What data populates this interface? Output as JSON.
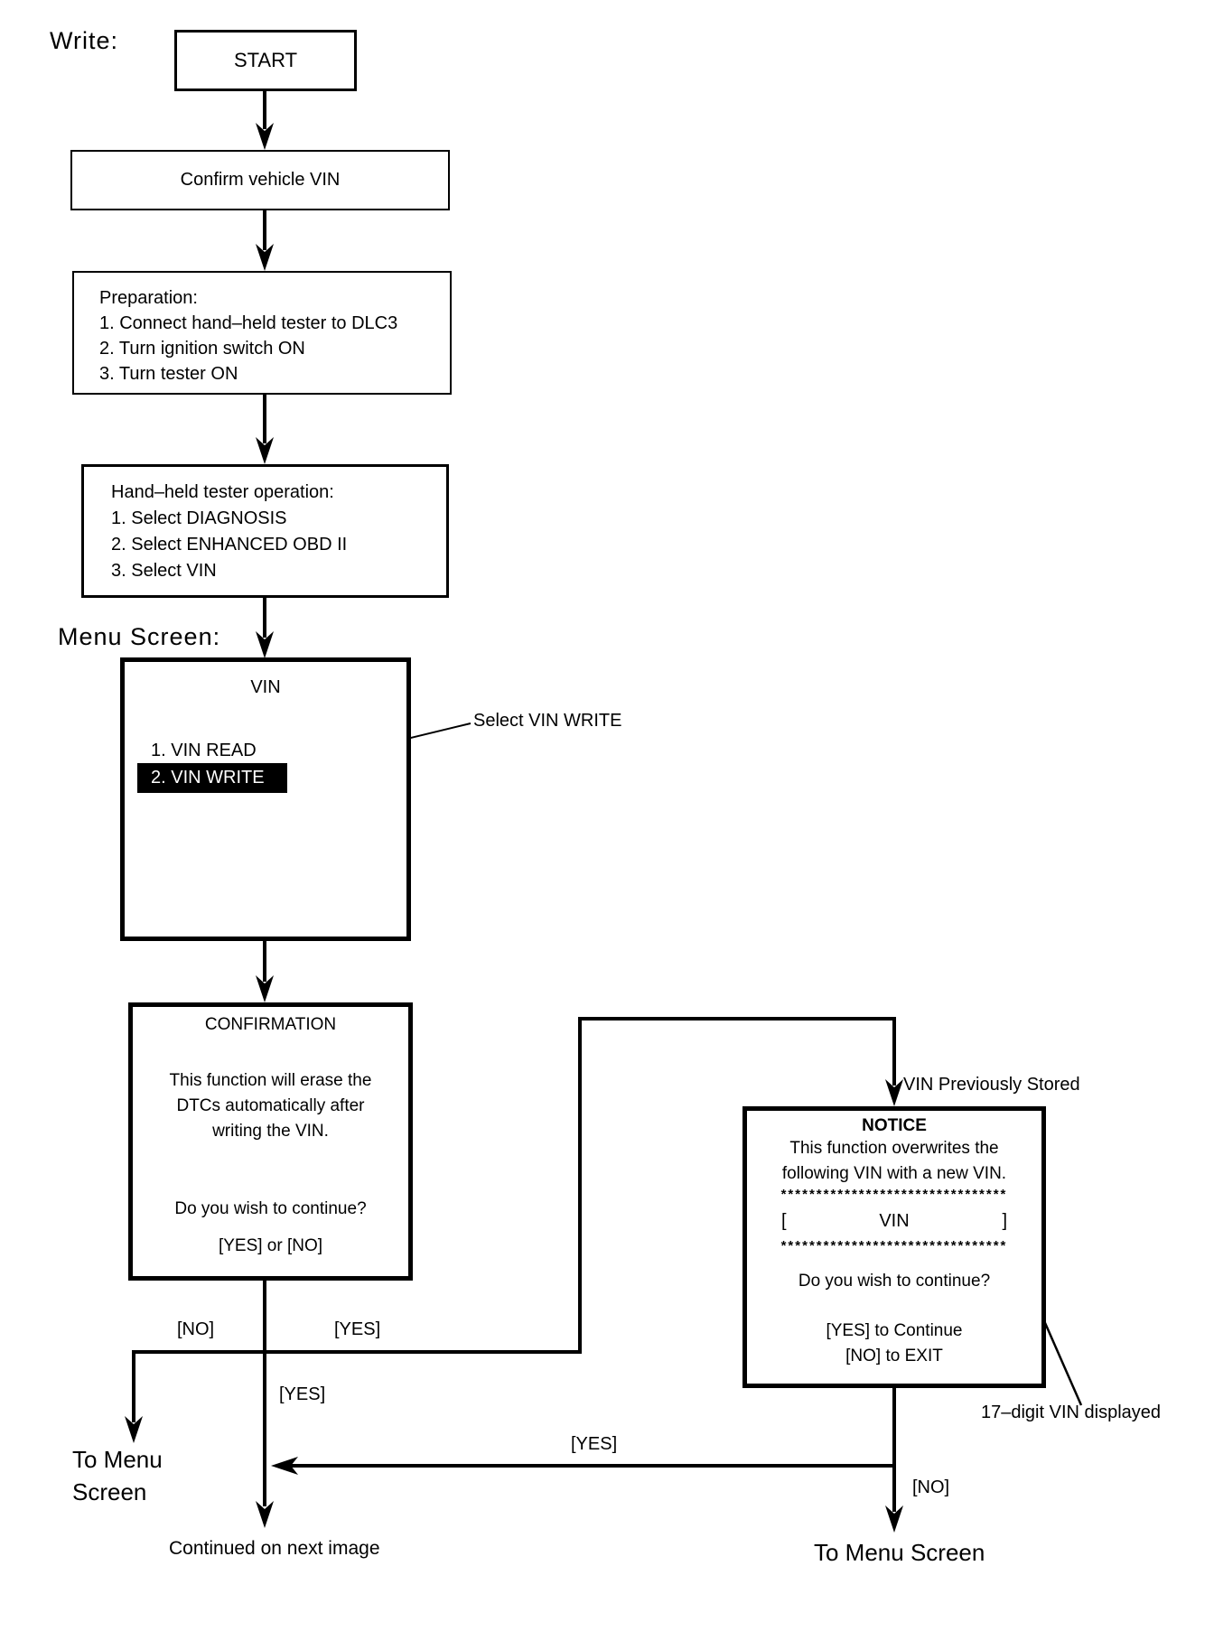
{
  "labels": {
    "write": "Write:",
    "menu_screen": "Menu Screen:",
    "select_vin_write": "Select VIN WRITE",
    "vin_previously_stored": "VIN Previously Stored",
    "no_confirm": "[NO]",
    "yes_confirm_right": "[YES]",
    "yes_confirm_down": "[YES]",
    "yes_notice": "[YES]",
    "no_notice": "[NO]",
    "to_menu_line1": "To Menu",
    "to_menu_line2": "Screen",
    "to_menu_screen_right": "To Menu Screen",
    "continued": "Continued on next image",
    "seventeen_digit": "17–digit VIN displayed"
  },
  "boxes": {
    "start": {
      "label": "START"
    },
    "confirm_vin": {
      "label": "Confirm vehicle VIN"
    },
    "preparation": {
      "title": "Preparation:",
      "steps": [
        "1. Connect hand–held tester to DLC3",
        "2. Turn ignition switch ON",
        "3. Turn tester ON"
      ]
    },
    "tester_operation": {
      "title": "Hand–held tester operation:",
      "steps": [
        "1. Select DIAGNOSIS",
        "2. Select ENHANCED OBD II",
        "3. Select VIN"
      ]
    },
    "vin_menu": {
      "title": "VIN",
      "item_read": "1. VIN READ",
      "item_write": "2. VIN WRITE"
    },
    "confirmation": {
      "title": "CONFIRMATION",
      "body": [
        "This function will erase the",
        "DTCs automatically after",
        "writing the VIN."
      ],
      "question": "Do you wish to continue?",
      "options": "[YES] or [NO]"
    },
    "notice": {
      "title": "NOTICE",
      "body": [
        "This function overwrites the",
        "following VIN with a new VIN."
      ],
      "stars": "********************************",
      "vin_field": {
        "open": "[",
        "label": "VIN",
        "close": "]"
      },
      "question": "Do you wish to continue?",
      "yes_action": "[YES] to Continue",
      "no_action": "[NO] to EXIT"
    }
  },
  "colors": {
    "ink": "#000000",
    "paper": "#ffffff",
    "highlight_bg": "#000000",
    "highlight_text": "#ffffff"
  }
}
